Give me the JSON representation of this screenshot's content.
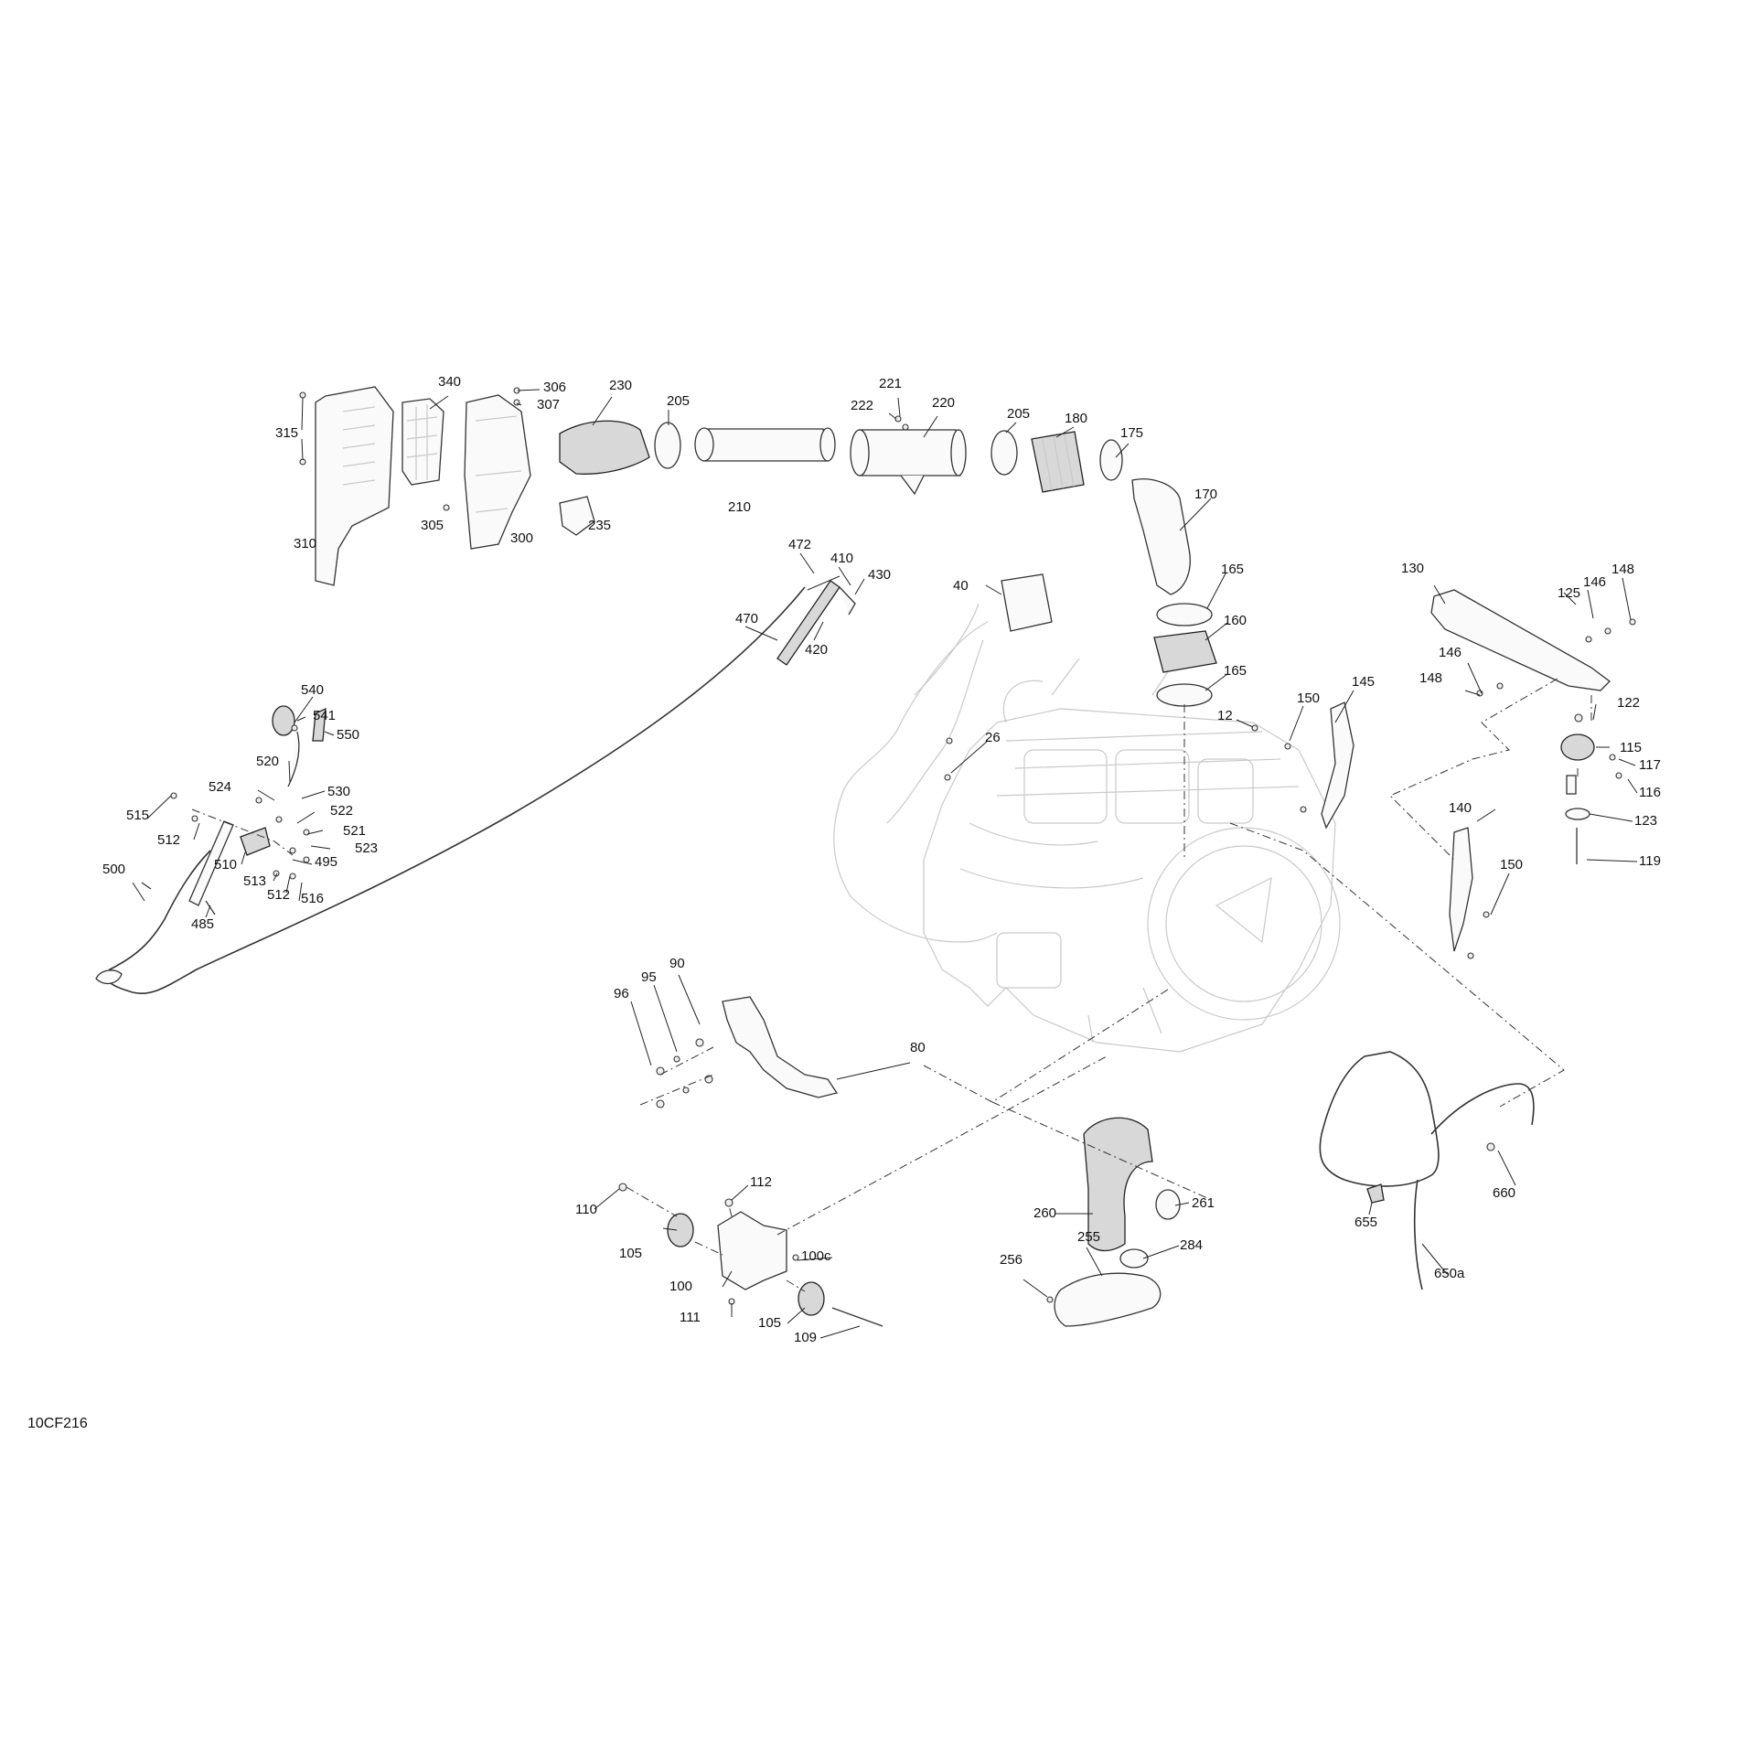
{
  "figure_code": "10CF216",
  "callouts": {
    "c12": "12",
    "c26": "26",
    "c40": "40",
    "c80": "80",
    "c90": "90",
    "c95": "95",
    "c96": "96",
    "c100": "100",
    "c100c": "100c",
    "c105a": "105",
    "c105b": "105",
    "c109": "109",
    "c110": "110",
    "c111": "111",
    "c112": "112",
    "c115": "115",
    "c116": "116",
    "c117": "117",
    "c119": "119",
    "c122": "122",
    "c123": "123",
    "c125": "125",
    "c130": "130",
    "c140": "140",
    "c145": "145",
    "c146a": "146",
    "c146b": "146",
    "c148a": "148",
    "c148b": "148",
    "c150a": "150",
    "c150b": "150",
    "c160": "160",
    "c165a": "165",
    "c165b": "165",
    "c170": "170",
    "c175": "175",
    "c180": "180",
    "c205a": "205",
    "c205b": "205",
    "c210": "210",
    "c220": "220",
    "c221": "221",
    "c222": "222",
    "c230": "230",
    "c235": "235",
    "c255": "255",
    "c256": "256",
    "c260": "260",
    "c261": "261",
    "c284": "284",
    "c300": "300",
    "c305": "305",
    "c306": "306",
    "c307": "307",
    "c310": "310",
    "c315": "315",
    "c340": "340",
    "c410": "410",
    "c420": "420",
    "c430": "430",
    "c470": "470",
    "c472": "472",
    "c485": "485",
    "c495": "495",
    "c500": "500",
    "c510": "510",
    "c512a": "512",
    "c512b": "512",
    "c513": "513",
    "c515": "515",
    "c516": "516",
    "c520": "520",
    "c521": "521",
    "c522": "522",
    "c523": "523",
    "c524": "524",
    "c530": "530",
    "c540": "540",
    "c541": "541",
    "c550": "550",
    "c650a": "650a",
    "c655": "655",
    "c660": "660"
  }
}
